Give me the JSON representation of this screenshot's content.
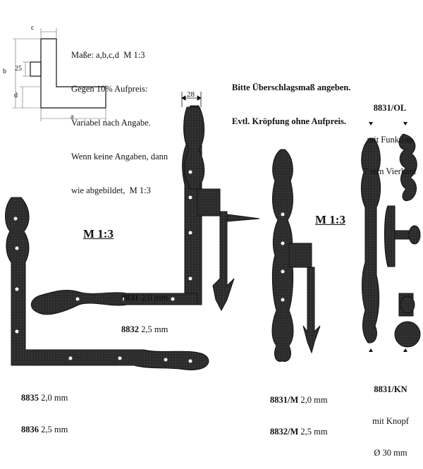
{
  "notes": {
    "lines": [
      "Maße: a,b,c,d  M 1:3",
      "Gegen 10% Aufpreis:",
      "Variabel nach Angabe.",
      "Wenn keine Angaben, dann",
      "wie abgebildet,  M 1:3"
    ]
  },
  "diagram": {
    "label_c": "c",
    "label_b": "b",
    "label_25": "25",
    "label_d": "d",
    "label_a": "a"
  },
  "order_note": {
    "line1": "Bitte Überschlagsmaß angeben.",
    "line2": "Evtl. Kröpfung ohne Aufpreis."
  },
  "scale_left": "M 1:3",
  "scale_right": "M 1:3",
  "width_label": "28",
  "products": {
    "p8831": {
      "code": "8831",
      "spec": "2,0 mm"
    },
    "p8832": {
      "code": "8832",
      "spec": "2,5 mm"
    },
    "p8835": {
      "code": "8835",
      "spec": "2,0 mm"
    },
    "p8836": {
      "code": "8836",
      "spec": "2,5 mm"
    },
    "p8831M": {
      "code": "8831/M",
      "spec": "2,0 mm"
    },
    "p8832M": {
      "code": "8832/M",
      "spec": "2,5 mm"
    },
    "ol": {
      "code": "8831/OL",
      "line2": "mit Funktion",
      "line3": "7 mm Vierkant"
    },
    "kn": {
      "code": "8831/KN",
      "line2": "mit Knopf",
      "line3": "Ø 30 mm"
    }
  }
}
